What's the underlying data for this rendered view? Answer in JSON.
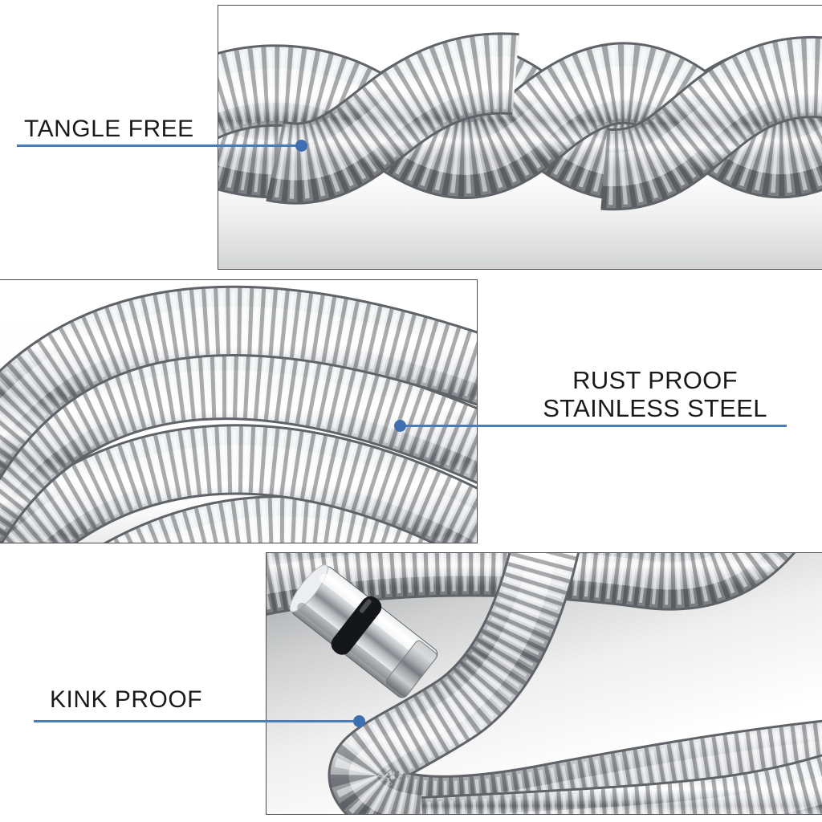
{
  "colors": {
    "accent_line": "#4a7cbc",
    "accent_dot": "#3d6fb2",
    "label_text": "#1a1a1a",
    "panel_border": "#4a4a4a",
    "background": "#ffffff"
  },
  "callouts": {
    "tangle_free": {
      "label": "TANGLE FREE"
    },
    "rust_proof": {
      "line1": "RUST PROOF",
      "line2": "STAINLESS STEEL"
    },
    "kink_proof": {
      "label": "KINK PROOF"
    }
  }
}
